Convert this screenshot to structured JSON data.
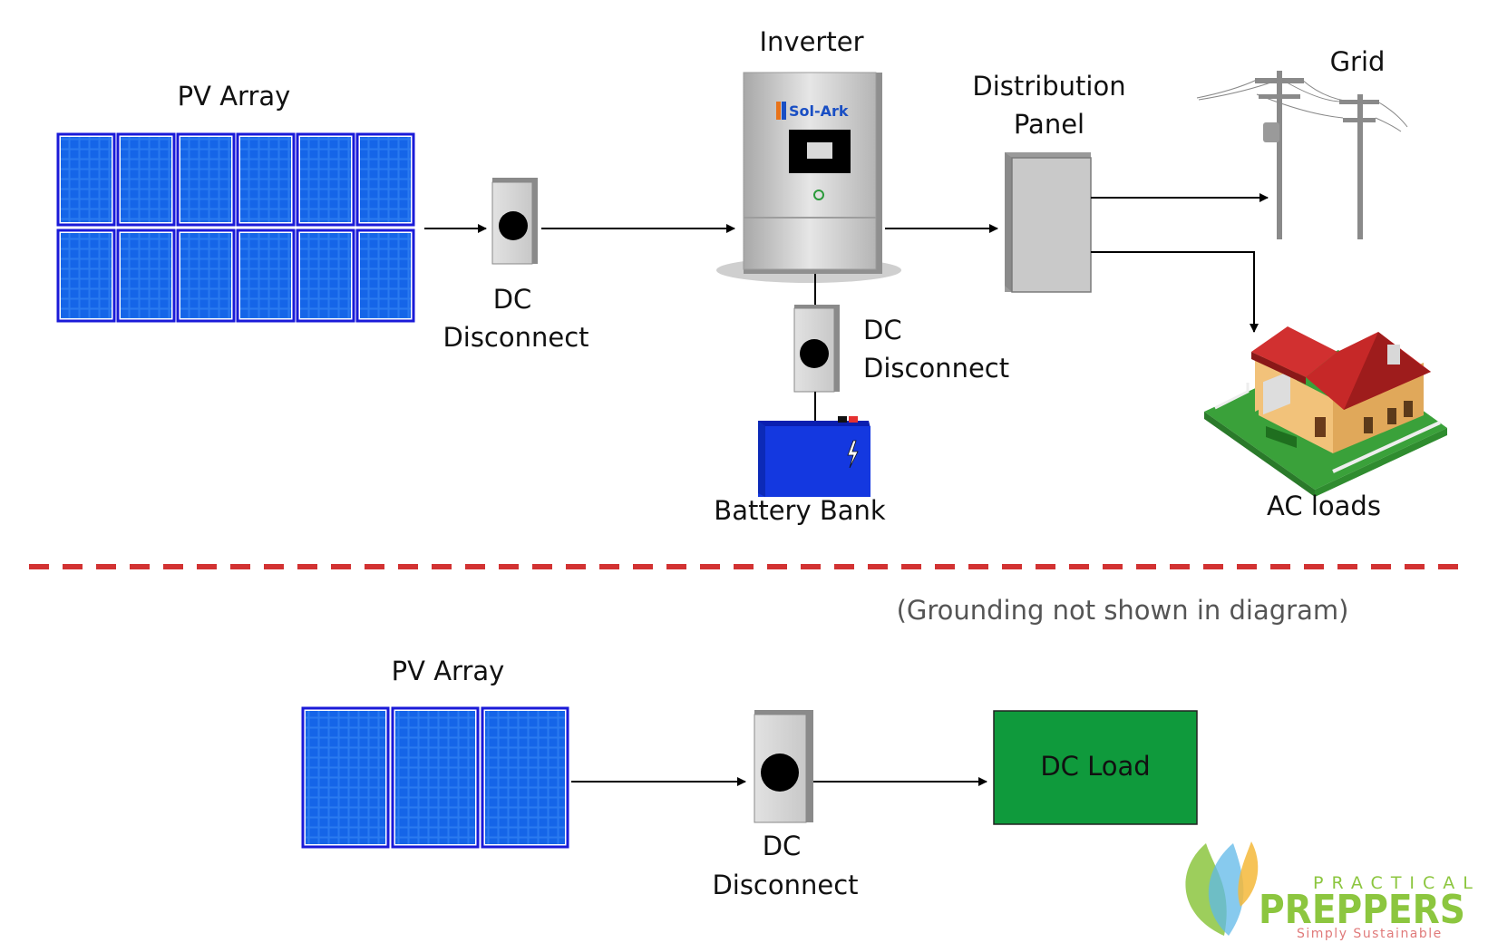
{
  "top_system": {
    "pv_array_label": "PV Array",
    "dc_disconnect_1_label": [
      "DC",
      "Disconnect"
    ],
    "inverter_label": "Inverter",
    "inverter_brand": "Sol-Ark",
    "distribution_panel_label": [
      "Distribution",
      "Panel"
    ],
    "grid_label": "Grid",
    "dc_disconnect_2_label": [
      "DC",
      "Disconnect"
    ],
    "battery_label": "Battery Bank",
    "ac_loads_label": "AC loads"
  },
  "note": "(Grounding not shown in diagram)",
  "bottom_system": {
    "pv_array_label": "PV Array",
    "dc_disconnect_label": [
      "DC",
      "Disconnect"
    ],
    "dc_load_label": "DC Load"
  },
  "logo": {
    "top": "PRACTICAL",
    "main": "PREPPERS",
    "tagline": "Simply Sustainable"
  },
  "colors": {
    "panel_blue": "#1565e8",
    "panel_border": "#1a1ad8",
    "divider_red": "#d23232",
    "dc_load_green": "#0f9a3c",
    "roof_red": "#c62828",
    "battery_blue": "#1438e0",
    "logo_green": "#8cc63f"
  }
}
